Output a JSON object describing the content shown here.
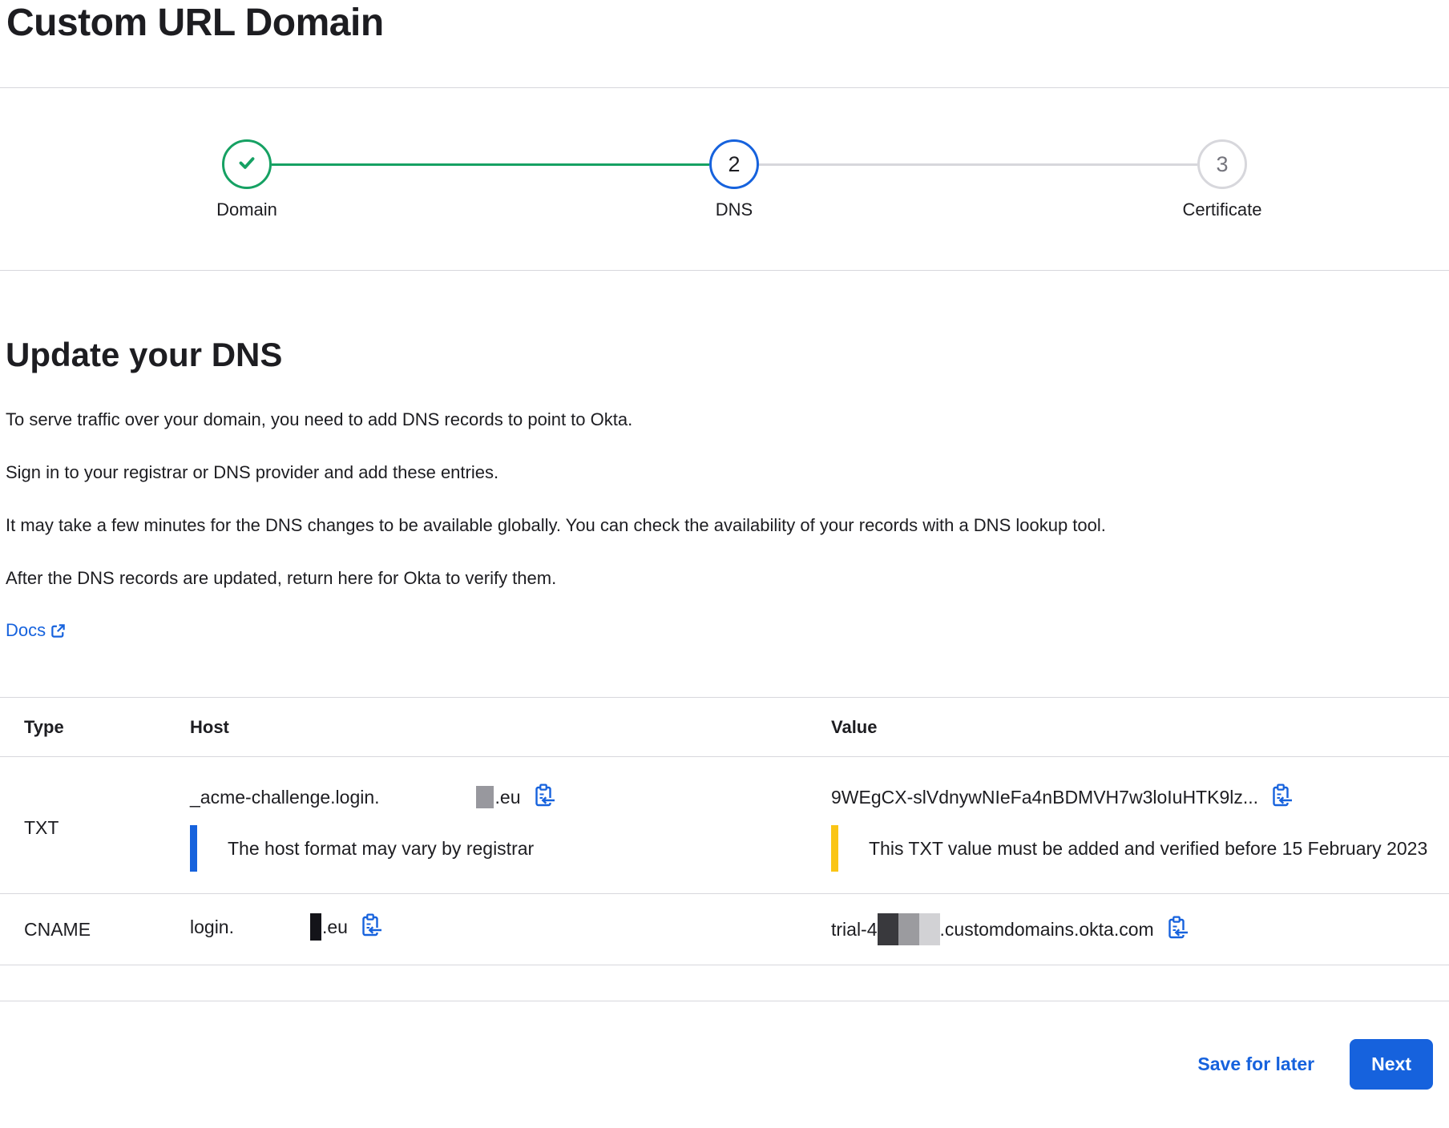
{
  "page": {
    "title": "Custom URL Domain"
  },
  "stepper": {
    "steps": [
      {
        "label": "Domain",
        "state": "complete"
      },
      {
        "label": "DNS",
        "number": "2",
        "state": "current"
      },
      {
        "label": "Certificate",
        "number": "3",
        "state": "upcoming"
      }
    ]
  },
  "content": {
    "heading": "Update your DNS",
    "paragraphs": [
      "To serve traffic over your domain, you need to add DNS records to point to Okta.",
      "Sign in to your registrar or DNS provider and add these entries.",
      "It may take a few minutes for the DNS changes to be available globally. You can check the availability of your records with a DNS lookup tool.",
      "After the DNS records are updated, return here for Okta to verify them."
    ],
    "docs_link_label": "Docs"
  },
  "dns_table": {
    "headers": {
      "type": "Type",
      "host": "Host",
      "value": "Value"
    },
    "txt_row": {
      "type": "TXT",
      "host_prefix": "_acme-challenge.login.",
      "host_suffix": ".eu",
      "host_note": "The host format may vary by registrar",
      "value": "9WEgCX-slVdnywNIeFa4nBDMVH7w3loIuHTK9lz...",
      "value_note": "This TXT value must be added and verified before 15 February 2023"
    },
    "cname_row": {
      "type": "CNAME",
      "host_prefix": "login.",
      "host_suffix": ".eu",
      "value_prefix": "trial-4",
      "value_suffix": ".customdomains.okta.com"
    }
  },
  "footer": {
    "save_label": "Save for later",
    "next_label": "Next"
  },
  "icons": {
    "step_complete": "check-icon",
    "docs": "external-link-icon",
    "copy": "clipboard-copy-icon"
  },
  "colors": {
    "primary_blue": "#1662dd",
    "success_green": "#16a163",
    "warning_yellow": "#fac515",
    "divider_gray": "#d7d7dc",
    "text_dark": "#1d1d21",
    "muted_gray": "#75757d"
  }
}
